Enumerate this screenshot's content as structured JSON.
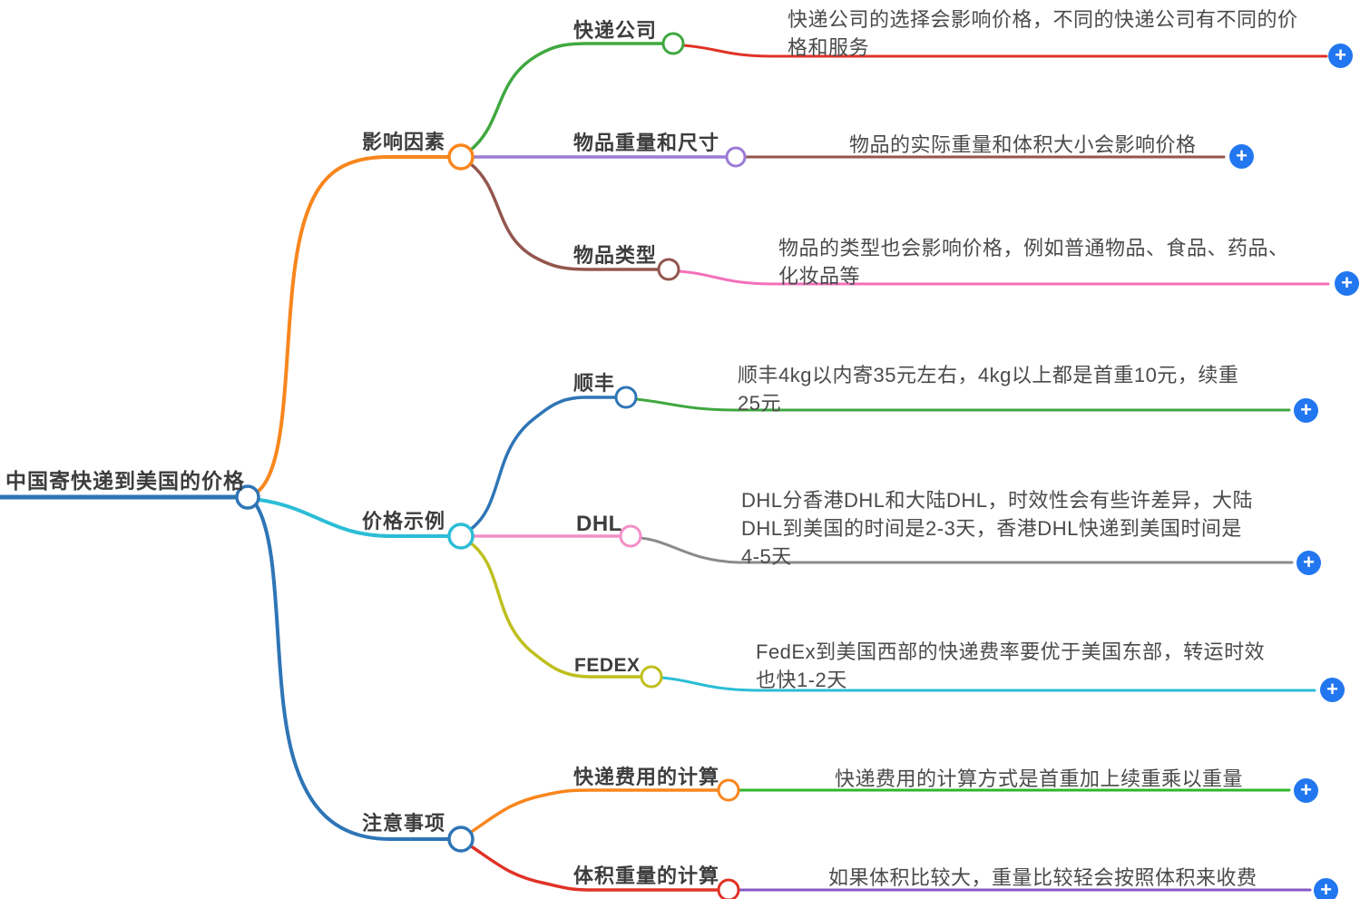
{
  "icons": {
    "plus": "+"
  },
  "colors": {
    "root_blue": "#2E75B6",
    "orange": "#F8861D",
    "green": "#3FA83F",
    "bright_green": "#2EB52E",
    "red": "#E03226",
    "purple_light": "#9C7AD6",
    "purple_dark": "#8659C5",
    "brown": "#93564E",
    "pink_hot": "#F470BB",
    "pink_light": "#F48FC8",
    "cyan": "#2BBDD6",
    "olive": "#BFBF1F",
    "gray": "#8A8A8A",
    "plus_blue": "#2277F0"
  },
  "root": {
    "label": "中国寄快递到美国的价格"
  },
  "branches": [
    {
      "label": "影响因素",
      "children": [
        {
          "label": "快递公司",
          "note": [
            "快递公司的选择会影响价格，不同的快递公司有不同的价",
            "格和服务"
          ]
        },
        {
          "label": "物品重量和尺寸",
          "note": [
            "物品的实际重量和体积大小会影响价格"
          ]
        },
        {
          "label": "物品类型",
          "note": [
            "物品的类型也会影响价格，例如普通物品、食品、药品、",
            "化妆品等"
          ]
        }
      ]
    },
    {
      "label": "价格示例",
      "children": [
        {
          "label": "顺丰",
          "note": [
            "顺丰4kg以内寄35元左右，4kg以上都是首重10元，续重",
            "25元"
          ]
        },
        {
          "label": "DHL",
          "note": [
            "DHL分香港DHL和大陆DHL，时效性会有些许差异，大陆",
            "DHL到美国的时间是2-3天，香港DHL快递到美国时间是",
            "4-5天"
          ]
        },
        {
          "label": "FEDEX",
          "note": [
            "FedEx到美国西部的快递费率要优于美国东部，转运时效",
            "也快1-2天"
          ]
        }
      ]
    },
    {
      "label": "注意事项",
      "children": [
        {
          "label": "快递费用的计算",
          "note": [
            "快递费用的计算方式是首重加上续重乘以重量"
          ]
        },
        {
          "label": "体积重量的计算",
          "note": [
            "如果体积比较大，重量比较轻会按照体积来收费"
          ]
        }
      ]
    }
  ]
}
